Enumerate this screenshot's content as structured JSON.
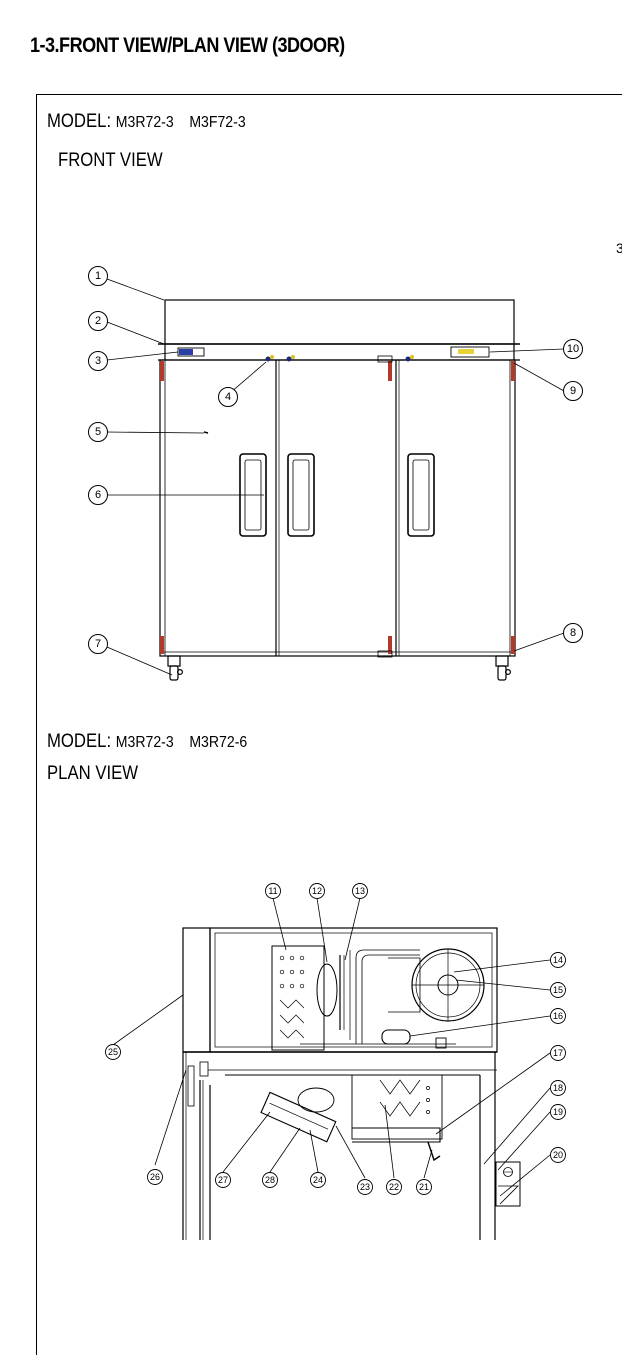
{
  "title": "1-3.FRONT VIEW/PLAN VIEW (3DOOR)",
  "front": {
    "model_label": "MODEL:",
    "model_codes": "M3R72-3    M3F72-3",
    "view_label": "FRONT VIEW",
    "callouts": [
      "1",
      "2",
      "3",
      "4",
      "5",
      "6",
      "7",
      "8",
      "9",
      "10"
    ]
  },
  "plan": {
    "model_label": "MODEL:",
    "model_codes": "M3R72-3    M3R72-6",
    "view_label": "PLAN VIEW",
    "callouts": [
      "11",
      "12",
      "13",
      "14",
      "15",
      "16",
      "17",
      "18",
      "19",
      "20",
      "21",
      "22",
      "23",
      "24",
      "25",
      "26",
      "27",
      "28"
    ]
  },
  "edge_mark": "3"
}
